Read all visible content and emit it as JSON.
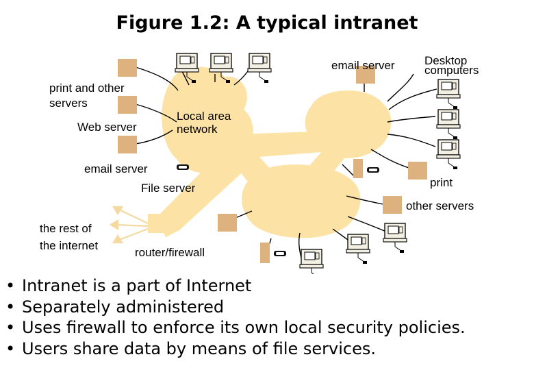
{
  "title": "Figure 1.2: A typical intranet",
  "labels": {
    "email_server_top": "email server",
    "desktop_computers": "Desktop\ncomputers",
    "print_other_servers": "print and other\nservers",
    "web_server": "Web server",
    "local_area_network": "Local area\nnetwork",
    "email_server_left": "email server",
    "file_server": "File server",
    "print": "print",
    "other_servers": "other servers",
    "rest_of_internet": "the rest of\nthe internet",
    "router_firewall": "router/firewall"
  },
  "bullets": [
    "Intranet is a part of Internet",
    "Separately administered",
    "Uses firewall to enforce its own local security policies.",
    "Users share data by means of file services."
  ],
  "bullet_symbol": "•",
  "colors": {
    "network": "#fde2a6",
    "server_box": "#ddb27e",
    "computer_face": "#f4efe3",
    "line": "#000000",
    "arrow": "#f5d9a0"
  }
}
